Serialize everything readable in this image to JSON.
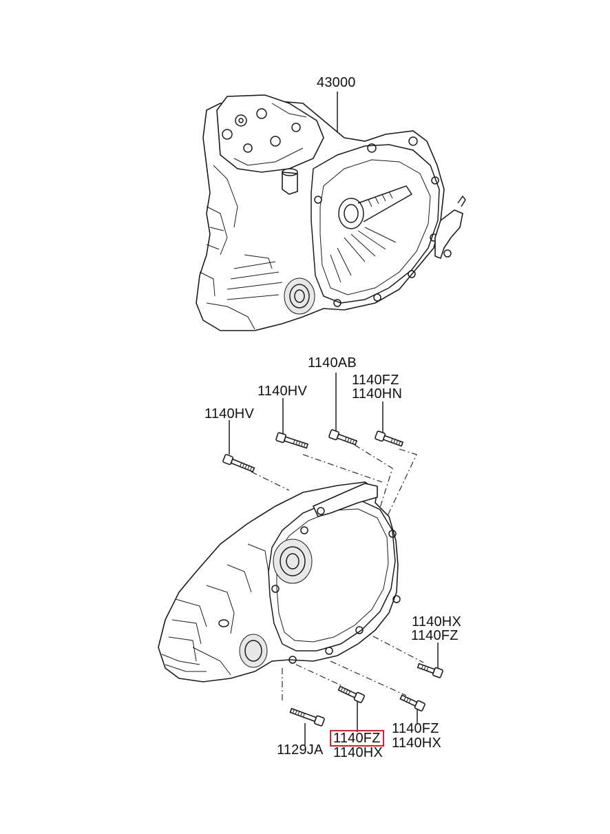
{
  "labels": {
    "l43000": "43000",
    "l1140AB": "1140AB",
    "l1140FZ_top": "1140FZ",
    "l1140HN": "1140HN",
    "l1140HV_a": "1140HV",
    "l1140HV_b": "1140HV",
    "l1140HX_right": "1140HX",
    "l1140FZ_right": "1140FZ",
    "l1140FZ_br": "1140FZ",
    "l1140HX_br": "1140HX",
    "l1140FZ_center": "1140FZ",
    "l1140HX_center": "1140HX",
    "l1129JA": "1129JA"
  },
  "highlight_color": "#e02020"
}
